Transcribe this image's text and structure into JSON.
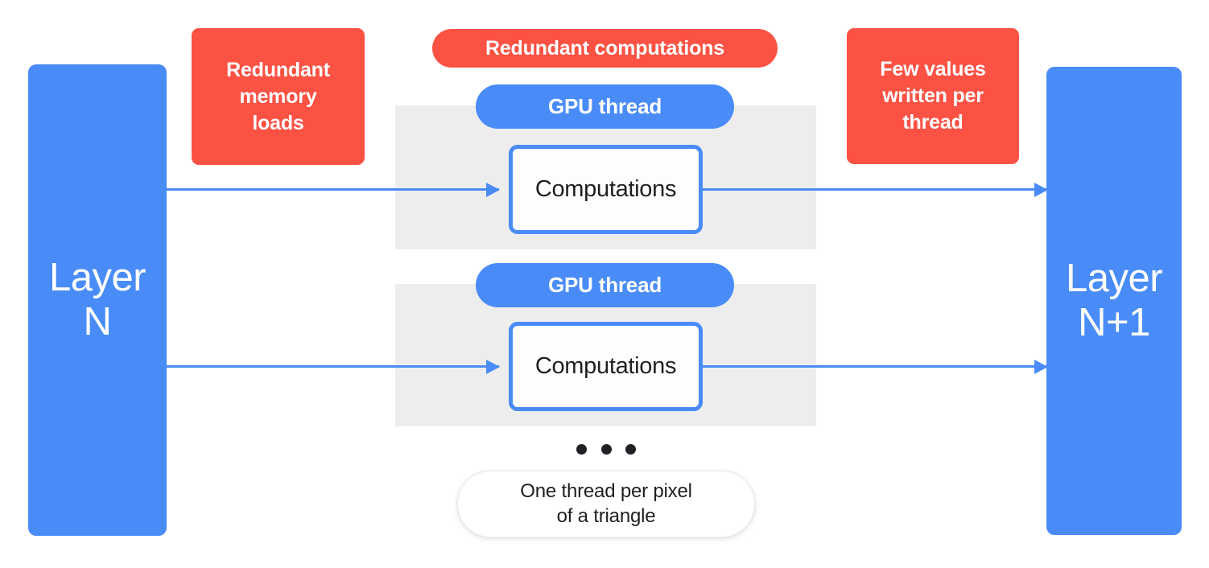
{
  "diagram": {
    "title": "GPU per-pixel thread execution between layers",
    "colors": {
      "blue": "#4a8cf7",
      "red": "#fb5244",
      "gray_band": "#ededed",
      "text_dark": "#1e1f22",
      "white": "#ffffff"
    }
  },
  "layers": {
    "input": {
      "label": "Layer\nN"
    },
    "output": {
      "label": "Layer\nN+1"
    }
  },
  "annotations": {
    "memory_loads": {
      "label": "Redundant\nmemory\nloads"
    },
    "redundant_computations": {
      "label": "Redundant computations"
    },
    "values_written": {
      "label": "Few values\nwritten per\nthread"
    }
  },
  "threads": [
    {
      "pill_label": "GPU thread",
      "box_label": "Computations"
    },
    {
      "pill_label": "GPU thread",
      "box_label": "Computations"
    }
  ],
  "ellipsis": {
    "dot_count": 3
  },
  "caption": {
    "label": "One thread per pixel\nof a triangle"
  }
}
